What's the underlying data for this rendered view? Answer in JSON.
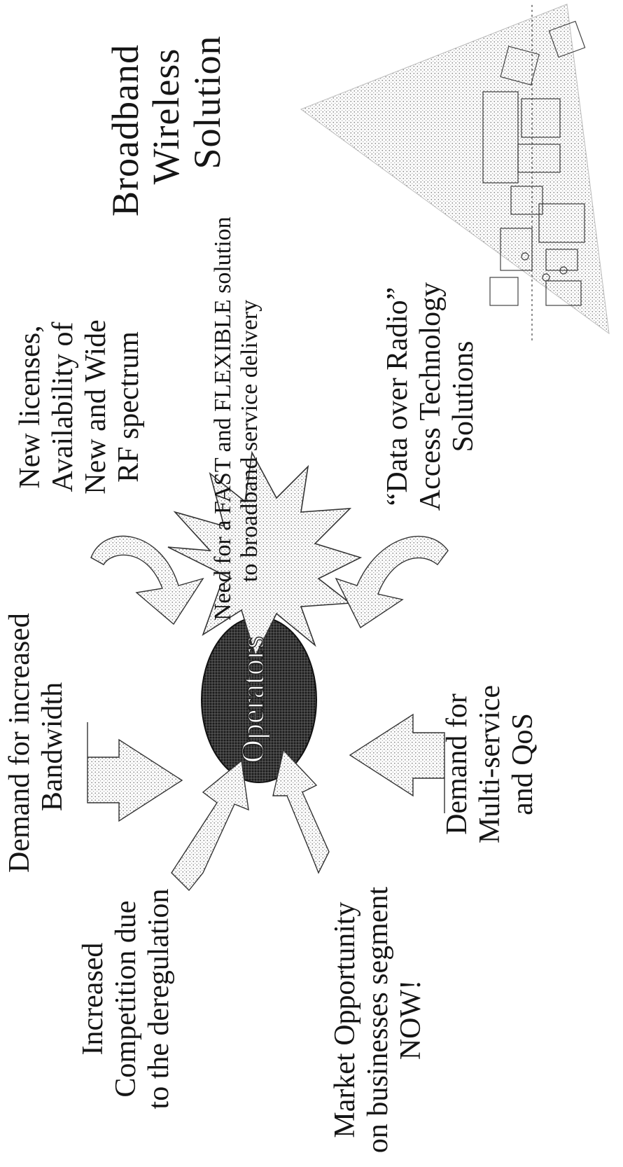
{
  "diagram": {
    "center": {
      "label": "Operators"
    },
    "drivers": [
      {
        "lines": [
          "Demand for increased",
          "Bandwidth"
        ]
      },
      {
        "lines": [
          "Increased",
          "Competition due",
          "to the deregulation"
        ]
      },
      {
        "lines": [
          "Market Opportunity",
          "on businesses segment",
          "NOW!"
        ]
      },
      {
        "lines": [
          "Demand for",
          "Multi-service",
          "and QoS"
        ]
      }
    ],
    "enablers": [
      {
        "lines": [
          "New licenses,",
          "Availability of",
          "New and Wide",
          "RF spectrum"
        ]
      },
      {
        "lines": [
          "“Data over Radio”",
          "Access Technology",
          "Solutions"
        ]
      }
    ],
    "need": {
      "lines": [
        "Need for a FAST and FLEXIBLE solution",
        "to broadband service delivery"
      ]
    },
    "result": {
      "lines": [
        "Broadband",
        "Wireless",
        "Solution"
      ]
    }
  },
  "colors": {
    "ink": "#151515",
    "stipple": "#9a9a9a",
    "oval": "#2a2a2a"
  }
}
